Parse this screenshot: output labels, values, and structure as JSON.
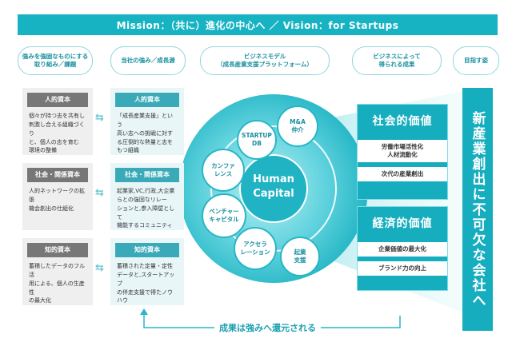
{
  "banner": "Mission：（共に）進化の中心へ ／ Vision：for Startups",
  "columns": [
    "強みを強固なものにする\n取り組み／課題",
    "当社の強み／成長源",
    "ビジネスモデル\n（成長産業支援プラットフォーム）",
    "ビジネスによって\n得られる成果",
    "目指す姿"
  ],
  "left_cards": [
    {
      "title": "人的資本",
      "text": "個々が持つ志を共有し\n刺激し合える組織づくり\nと、個人の志を育む\n環境の整備"
    },
    {
      "title": "社会・関係資本",
      "text": "人的ネットワークの拡張\n機会創出の仕組化"
    },
    {
      "title": "知的資本",
      "text": "蓄積したデータのフル活\n用による、個人の生産性\nの最大化"
    }
  ],
  "mid_cards": [
    {
      "title": "人的資本",
      "text": "「成長産業支援」という\n高い志への挑戦に対す\nる圧倒的な熱量と志を\nもつ組織"
    },
    {
      "title": "社会・関係資本",
      "text": "起業家,VC,行政,大企業\nらとの強固なリレー\nションと,参入障壁として\n機能するコミュニティ"
    },
    {
      "title": "知的資本",
      "text": "蓄積された定量・定性\nデータと,スタートアップ\nの伴走支援で得たノウ\nハウ"
    }
  ],
  "swap_symbol": "⇆",
  "center": {
    "line1": "Human",
    "line2": "Capital"
  },
  "services": [
    "STARTUP\nDB",
    "M&A\n仲介",
    "カンファ\nレンス",
    "ベンチャー\nキャピタル",
    "アクセラ\nレーション",
    "起業\n支援"
  ],
  "values": [
    {
      "title": "社会的価値",
      "items": [
        "労働市場活性化\n人材流動化",
        "次代の産業創出"
      ]
    },
    {
      "title": "経済的価値",
      "items": [
        "企業価値の最大化",
        "ブランド力の向上"
      ]
    }
  ],
  "vision_text": "新産業創出に不可欠な会社へ",
  "footer": "成果は強みへ還元される",
  "colors": {
    "teal": "#16aebf",
    "gray": "#777777",
    "light": "#efefef"
  }
}
